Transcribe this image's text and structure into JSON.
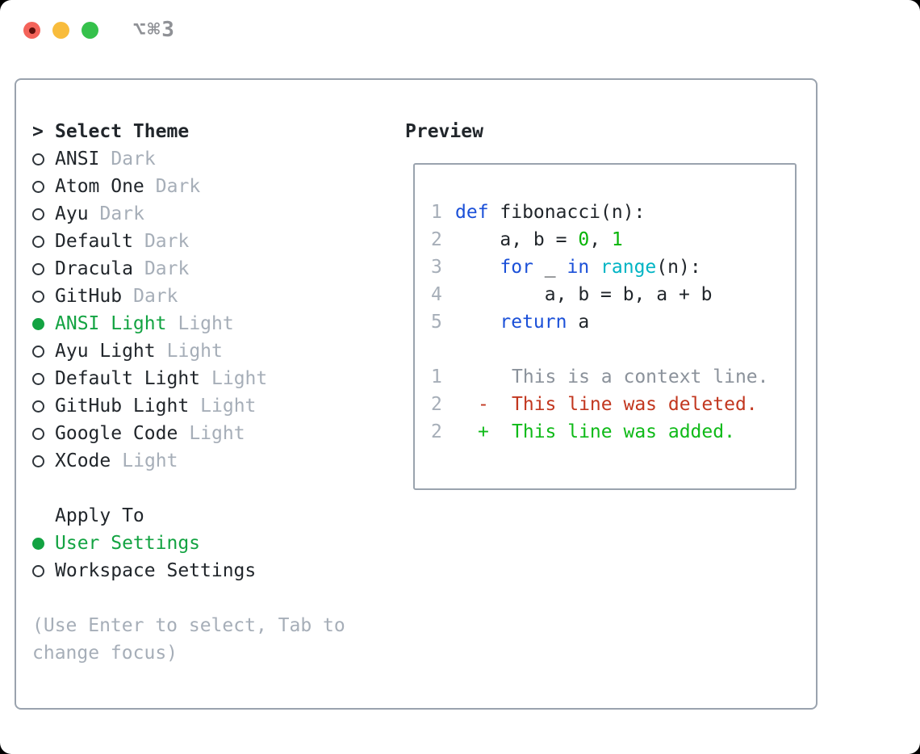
{
  "window": {
    "shortcut": "⌥⌘3"
  },
  "colors": {
    "accent_green": "#13a342",
    "code_blue": "#1b50d8",
    "code_cyan": "#00b4c4",
    "code_green": "#06b406",
    "diff_red": "#c2371f",
    "diff_green": "#0fba18",
    "muted_gray": "#a6aeb8",
    "context_gray": "#8b929b",
    "border_gray": "#9aa3ae",
    "text": "#21262b",
    "traffic_red": "#f4635a",
    "traffic_yellow": "#f8bc3c",
    "traffic_green": "#35c14b"
  },
  "theme_picker": {
    "prompt": ">",
    "title": "Select Theme",
    "themes": [
      {
        "name": "ANSI",
        "variant": "Dark",
        "selected": false
      },
      {
        "name": "Atom One",
        "variant": "Dark",
        "selected": false
      },
      {
        "name": "Ayu",
        "variant": "Dark",
        "selected": false
      },
      {
        "name": "Default",
        "variant": "Dark",
        "selected": false
      },
      {
        "name": "Dracula",
        "variant": "Dark",
        "selected": false
      },
      {
        "name": "GitHub",
        "variant": "Dark",
        "selected": false
      },
      {
        "name": "ANSI Light",
        "variant": "Light",
        "selected": true
      },
      {
        "name": "Ayu Light",
        "variant": "Light",
        "selected": false
      },
      {
        "name": "Default Light",
        "variant": "Light",
        "selected": false
      },
      {
        "name": "GitHub Light",
        "variant": "Light",
        "selected": false
      },
      {
        "name": "Google Code",
        "variant": "Light",
        "selected": false
      },
      {
        "name": "XCode",
        "variant": "Light",
        "selected": false
      }
    ]
  },
  "apply_to": {
    "title": "Apply To",
    "options": [
      {
        "label": "User Settings",
        "selected": true
      },
      {
        "label": "Workspace Settings",
        "selected": false
      }
    ]
  },
  "hint": "(Use Enter to select, Tab to change focus)",
  "preview": {
    "title": "Preview",
    "code_lines": [
      {
        "num": "1",
        "tokens": [
          {
            "text": "def",
            "color": "kw"
          },
          {
            "text": " fibonacci(n):",
            "color": "plain"
          }
        ]
      },
      {
        "num": "2",
        "tokens": [
          {
            "text": "    a, b = ",
            "color": "plain"
          },
          {
            "text": "0",
            "color": "num"
          },
          {
            "text": ", ",
            "color": "plain"
          },
          {
            "text": "1",
            "color": "num"
          }
        ]
      },
      {
        "num": "3",
        "tokens": [
          {
            "text": "    ",
            "color": "plain"
          },
          {
            "text": "for",
            "color": "kw"
          },
          {
            "text": " _ ",
            "color": "plain"
          },
          {
            "text": "in",
            "color": "kw"
          },
          {
            "text": " ",
            "color": "plain"
          },
          {
            "text": "range",
            "color": "fn"
          },
          {
            "text": "(n):",
            "color": "plain"
          }
        ]
      },
      {
        "num": "4",
        "tokens": [
          {
            "text": "        a, b = b, a + b",
            "color": "plain"
          }
        ]
      },
      {
        "num": "5",
        "tokens": [
          {
            "text": "    ",
            "color": "plain"
          },
          {
            "text": "return",
            "color": "kw"
          },
          {
            "text": " a",
            "color": "plain"
          }
        ]
      }
    ],
    "diff_lines": [
      {
        "num": "1",
        "sign": "",
        "text": "This is a context line.",
        "type": "context"
      },
      {
        "num": "2",
        "sign": "-",
        "text": "This line was deleted.",
        "type": "deleted"
      },
      {
        "num": "2",
        "sign": "+",
        "text": "This line was added.",
        "type": "added"
      }
    ]
  }
}
